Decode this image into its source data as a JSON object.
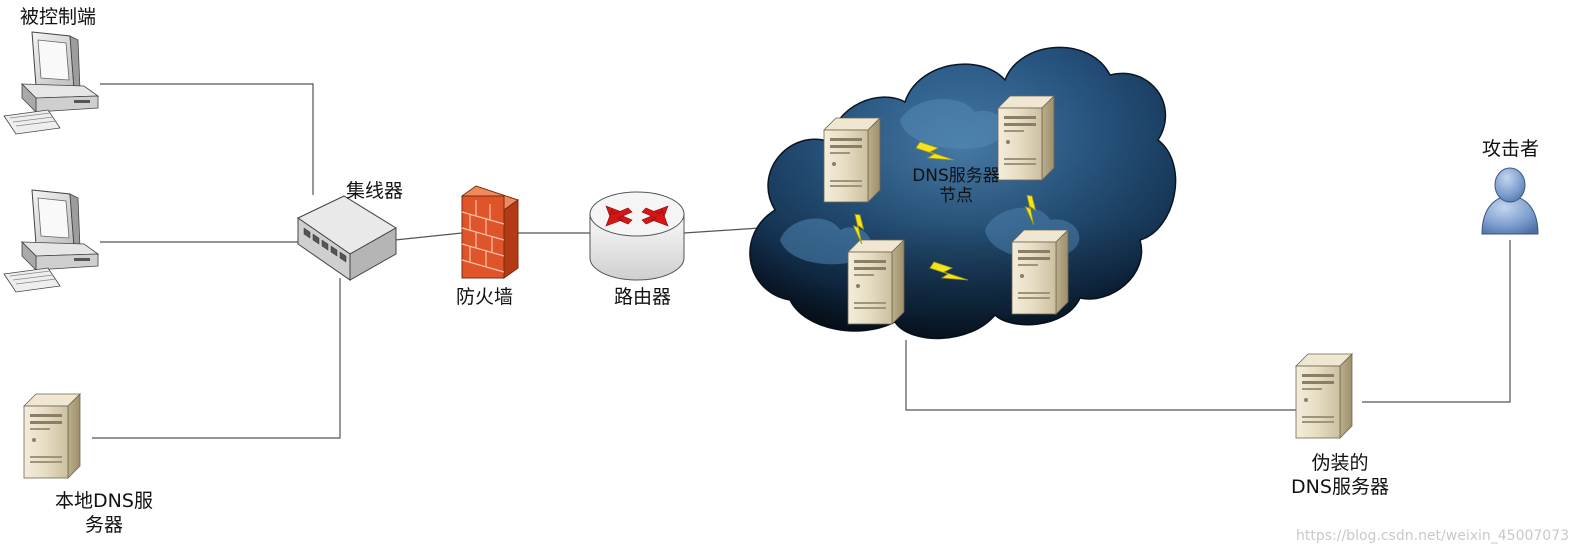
{
  "labels": {
    "controlled_clients": "被控制端",
    "hub": "集线器",
    "firewall": "防火墙",
    "router": "路由器",
    "dns_node_line1": "DNS服务器",
    "dns_node_line2": "节点",
    "attacker": "攻击者",
    "fake_dns_line1": "伪装的",
    "fake_dns_line2": "DNS服务器",
    "local_dns_line1": "本地DNS服",
    "local_dns_line2": "务器"
  },
  "watermark": "https://blog.csdn.net/weixin_45007073",
  "icons": {
    "computer": "computer-icon",
    "server": "server-icon",
    "hub": "hub-icon",
    "firewall": "firewall-icon",
    "router": "router-icon",
    "cloud": "cloud-icon",
    "lightning": "lightning-icon",
    "user": "user-icon"
  },
  "colors": {
    "line": "#555555",
    "cloud_dark": "#0e2238",
    "cloud_mid": "#1c4a72",
    "cloud_light": "#3b73a3",
    "firewall": "#e0542a",
    "router_arrow": "#d31616",
    "lightning": "#f2e21a",
    "user_blue": "#6d8fc0"
  }
}
